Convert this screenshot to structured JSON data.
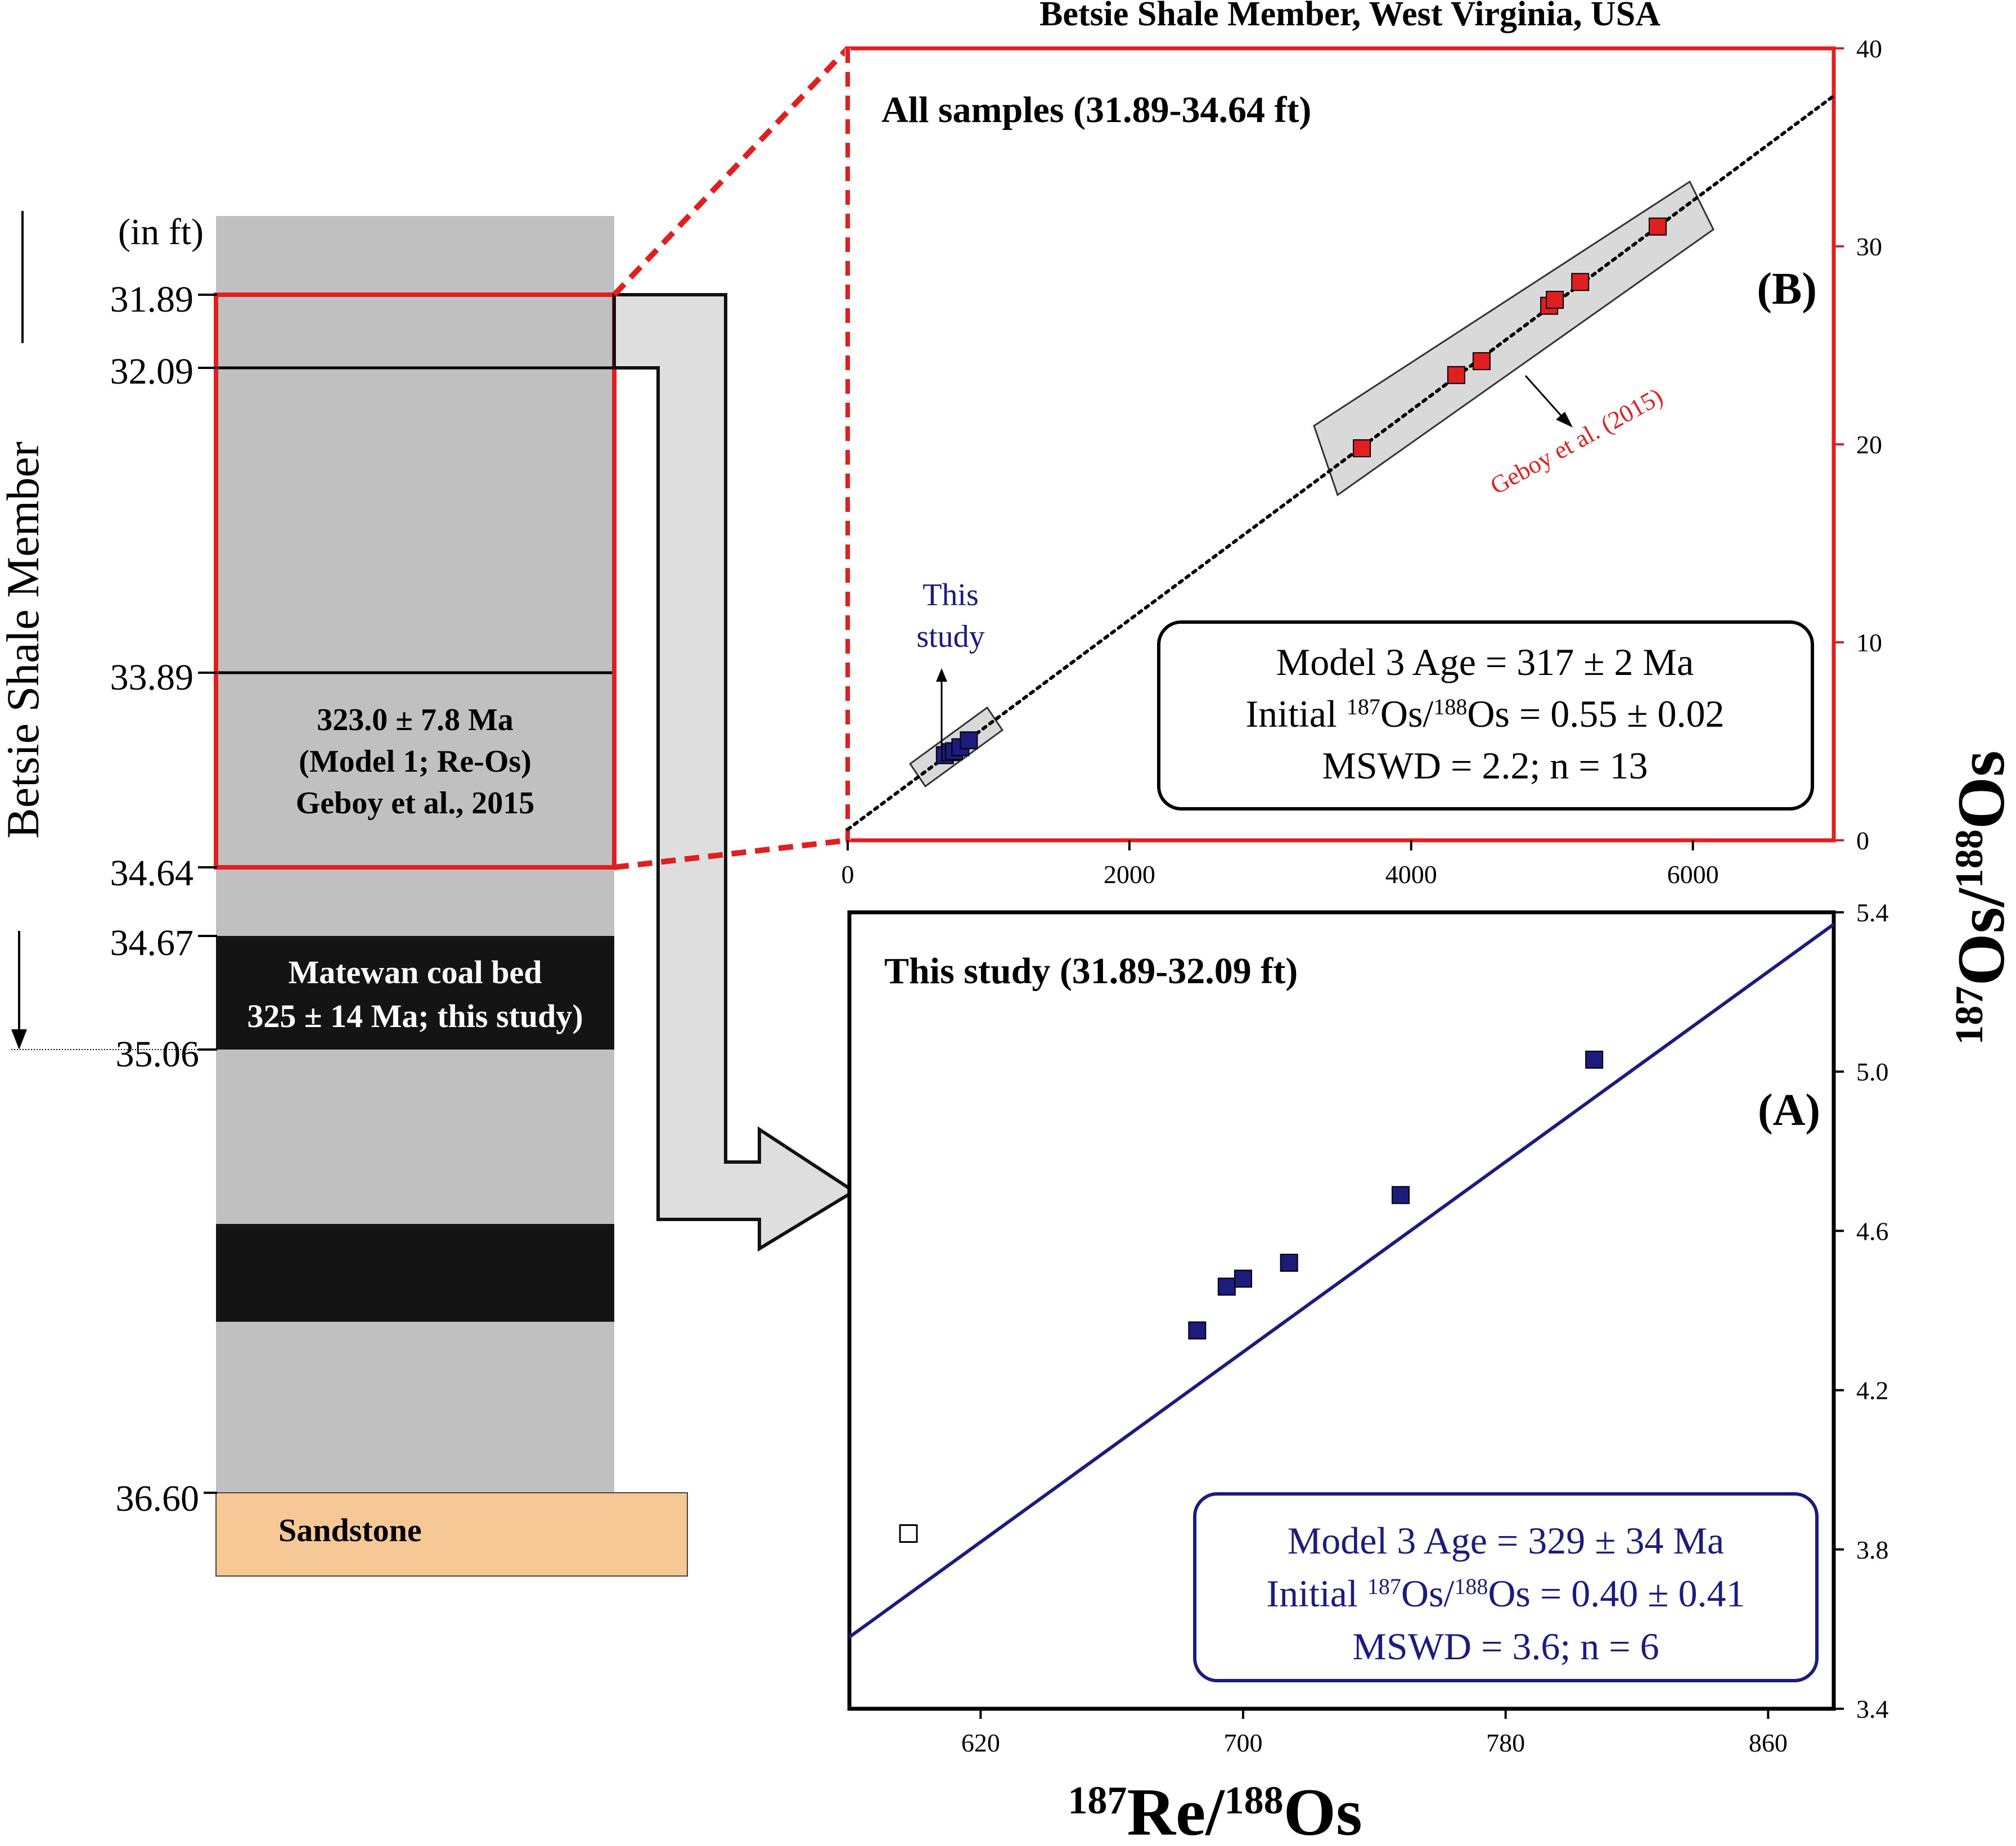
{
  "figure": {
    "title": "Betsie Shale Member, West Virginia, USA",
    "x_axis_label": {
      "sup1": "187",
      "main1": "Re/",
      "sup2": "188",
      "main2": "Os"
    },
    "y_axis_label": {
      "sup1": "187",
      "main1": "Os/",
      "sup2": "188",
      "main2": "Os"
    }
  },
  "column": {
    "unit_label": "(in ft)",
    "member_label": "Betsie Shale Member",
    "depths": [
      "31.89",
      "32.09",
      "33.89",
      "34.64",
      "34.67",
      "35.06",
      "36.60"
    ],
    "shale_box_text": [
      "323.0 ± 7.8 Ma",
      "(Model 1; Re-Os)",
      "Geboy et al., 2015"
    ],
    "coal_bed_text": [
      "Matewan coal bed",
      "325 ± 14 Ma; this study)"
    ],
    "sandstone_label": "Sandstone"
  },
  "colors": {
    "column_gray": "#c0c0c0",
    "coal_black": "#141414",
    "sandstone": "#f6c896",
    "red": "#e02020",
    "navy": "#1c1c7c",
    "arrow_fill": "#dedede",
    "band_fill": "#d9d9d9"
  },
  "chart_data": [
    {
      "type": "scatter",
      "panel_label": "(B)",
      "title": "All samples (31.89-34.64 ft)",
      "xlim": [
        0,
        7000
      ],
      "ylim": [
        0,
        40
      ],
      "xticks": [
        0,
        2000,
        4000,
        6000
      ],
      "yticks": [
        0,
        10,
        20,
        30,
        40
      ],
      "grid": false,
      "series": [
        {
          "name": "This study",
          "color": "#1c1c7c",
          "marker": "square",
          "points": [
            [
              690,
              4.3
            ],
            [
              730,
              4.45
            ],
            [
              755,
              4.5
            ],
            [
              800,
              4.7
            ],
            [
              860,
              5.05
            ]
          ]
        },
        {
          "name": "Geboy et al. (2015)",
          "color": "#e02020",
          "marker": "square",
          "points": [
            [
              3650,
              19.8
            ],
            [
              4320,
              23.5
            ],
            [
              4500,
              24.2
            ],
            [
              4980,
              27.0
            ],
            [
              5020,
              27.3
            ],
            [
              5200,
              28.2
            ],
            [
              5750,
              31.0
            ]
          ]
        }
      ],
      "fit_line": {
        "style": "dotted",
        "color": "#000000",
        "x": [
          0,
          7000
        ],
        "y": [
          0.55,
          37.6
        ]
      },
      "result_box": {
        "line1": "Model 3 Age = 317 ± 2 Ma",
        "line2_prefix": "Initial ",
        "line2_sup1": "187",
        "line2_mid": "Os/",
        "line2_sup2": "188",
        "line2_suffix": "Os = 0.55 ± 0.02",
        "line3": "MSWD = 2.2; n = 13"
      }
    },
    {
      "type": "scatter",
      "panel_label": "(A)",
      "title": "This study (31.89-32.09 ft)",
      "xlim": [
        580,
        880
      ],
      "ylim": [
        3.4,
        5.4
      ],
      "xticks": [
        620,
        700,
        780,
        860
      ],
      "yticks": [
        3.4,
        3.8,
        4.2,
        4.6,
        5.0,
        5.4
      ],
      "grid": false,
      "series": [
        {
          "name": "This study",
          "color": "#1c1c7c",
          "marker": "square",
          "points": [
            [
              598,
              3.84
            ],
            [
              686,
              4.35
            ],
            [
              695,
              4.46
            ],
            [
              700,
              4.48
            ],
            [
              714,
              4.52
            ],
            [
              748,
              4.69
            ],
            [
              807,
              5.03
            ]
          ]
        }
      ],
      "open_points": [
        [
          598,
          3.84
        ]
      ],
      "fit_line": {
        "style": "solid",
        "color": "#1c1c7c",
        "x": [
          580,
          880
        ],
        "y": [
          3.58,
          5.37
        ]
      },
      "result_box": {
        "line1": "Model 3 Age = 329 ± 34 Ma",
        "line2_prefix": "Initial ",
        "line2_sup1": "187",
        "line2_mid": "Os/",
        "line2_sup2": "188",
        "line2_suffix": "Os = 0.40 ± 0.41",
        "line3": "MSWD = 3.6; n = 6"
      }
    }
  ],
  "annotations": {
    "this_study": [
      "This",
      "study"
    ],
    "geboy_label": "Geboy et al. (2015)"
  }
}
